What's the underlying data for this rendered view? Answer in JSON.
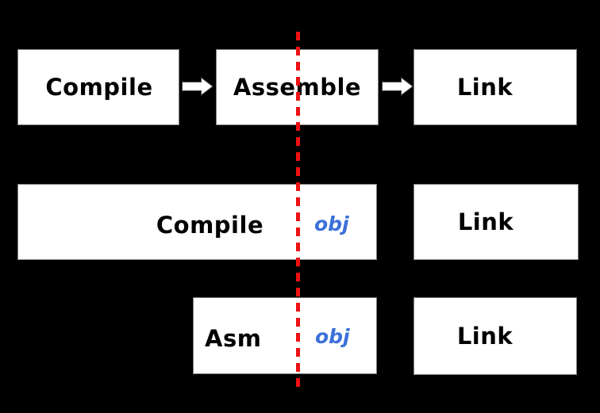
{
  "diagram": {
    "description": "compiler-toolchain-pipeline-diagram",
    "top_row": {
      "compile_label": "Compile",
      "assemble_label": "Assemble",
      "link_label": "Link"
    },
    "middle_row": {
      "compile_label": "Compile",
      "obj_label": "obj",
      "link_label": "Link"
    },
    "bottom_row": {
      "asm_label": "Asm",
      "obj_label": "obj",
      "link_label": "Link"
    },
    "divider": {
      "orientation": "vertical",
      "style": "dashed",
      "color": "#ee1111"
    },
    "icons": {
      "arrow_right": "block-arrow-right"
    },
    "colors": {
      "background": "#000000",
      "box_fill": "#ffffff",
      "box_border": "#808080",
      "label_text": "#000000",
      "obj_text": "#3b70d8",
      "arrow_fill": "#ffffff",
      "arrow_outline": "#4a4a4a"
    }
  }
}
